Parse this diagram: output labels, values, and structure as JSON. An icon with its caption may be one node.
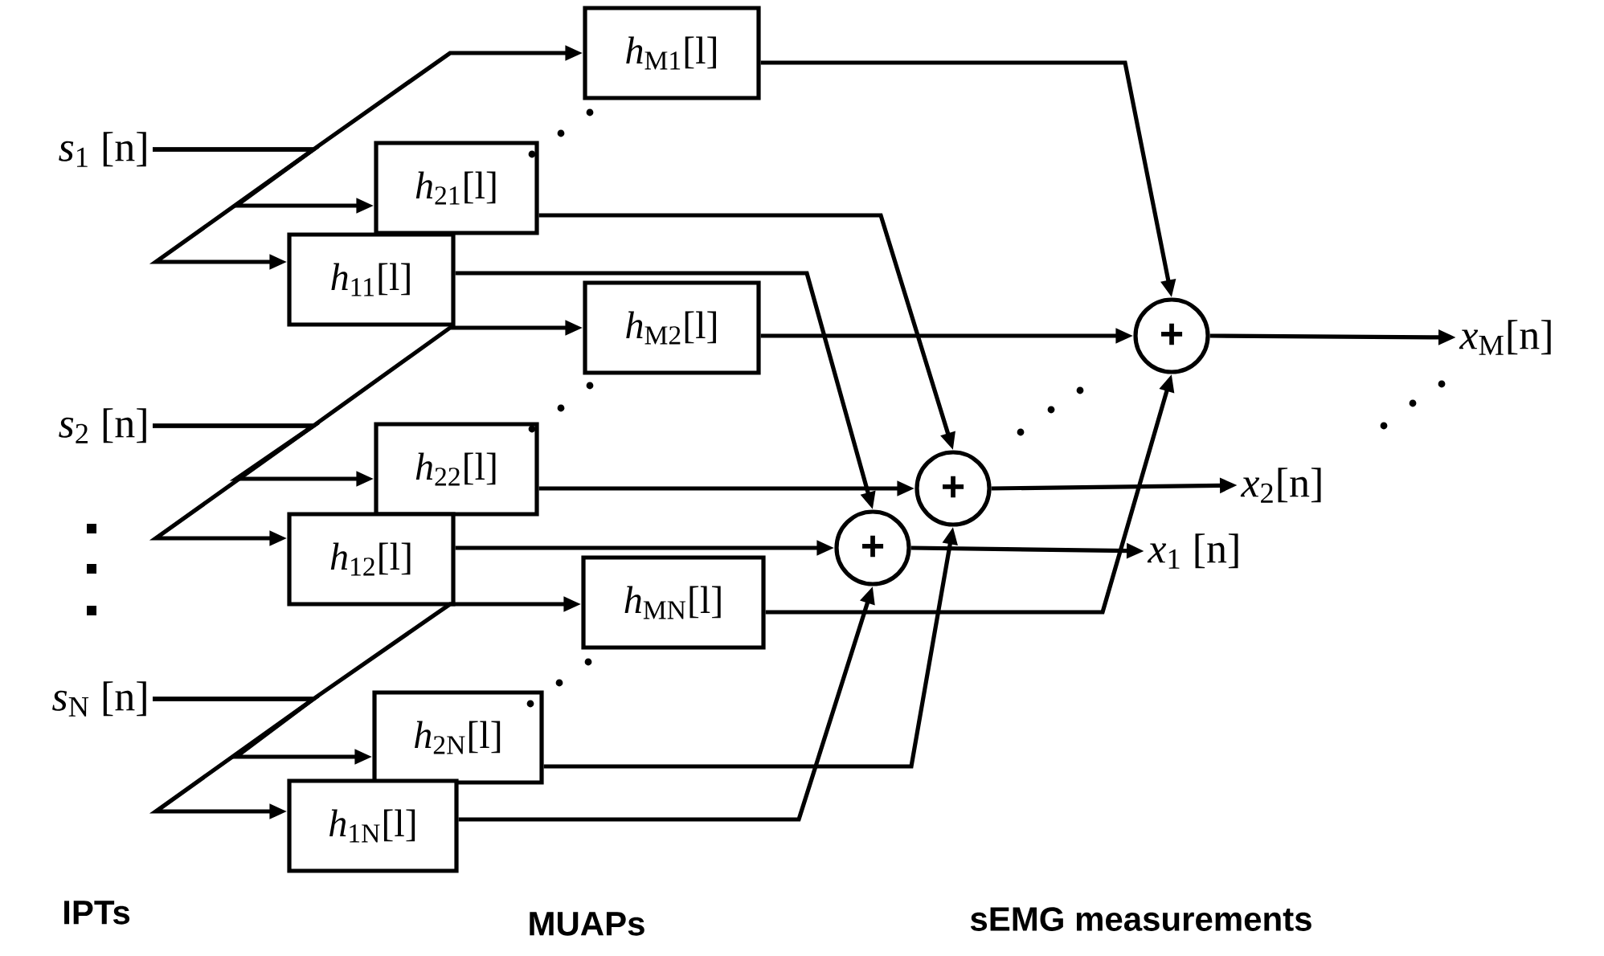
{
  "diagram": {
    "nodes": [
      {
        "text": [
          "*s*$_{1}$ [n]"
        ]
      },
      {
        "text": [
          "*s*$_{2}$ [n]"
        ]
      },
      {
        "text": [
          "*s*$_{N}$ [n]"
        ]
      },
      {
        "text": [
          "*h*$_{M1}$[l]"
        ]
      },
      {
        "text": [
          "*h*$_{21}$[l]"
        ]
      },
      {
        "text": [
          "*h*$_{11}$[l]"
        ]
      },
      {
        "text": [
          "*h*$_{M2}$[l]"
        ]
      },
      {
        "text": [
          "*h*$_{22}$[l]"
        ]
      },
      {
        "text": [
          "*h*$_{12}$[l]"
        ]
      },
      {
        "text": [
          "*h*$_{MN}$[l]"
        ]
      },
      {
        "text": [
          "*h*$_{2N}$[l]"
        ]
      },
      {
        "text": [
          "*h*$_{1N}$[l]"
        ]
      },
      {
        "text": [
          "+"
        ]
      },
      {
        "text": [
          "+"
        ]
      },
      {
        "text": [
          "+"
        ]
      },
      {
        "text": [
          "*x*$_{1}$ [n]"
        ]
      },
      {
        "text": [
          "*x*$_{2}$[n]"
        ]
      },
      {
        "text": [
          "*x*$_{M}$[n]"
        ]
      }
    ],
    "edges": [
      {
        "from": 0,
        "to": 3,
        "arrow": "to"
      },
      {
        "from": 0,
        "to": 4,
        "arrow": "to"
      },
      {
        "from": 0,
        "to": 5,
        "arrow": "to"
      },
      {
        "from": 1,
        "to": 6,
        "arrow": "to"
      },
      {
        "from": 1,
        "to": 7,
        "arrow": "to"
      },
      {
        "from": 1,
        "to": 8,
        "arrow": "to"
      },
      {
        "from": 2,
        "to": 9,
        "arrow": "to"
      },
      {
        "from": 2,
        "to": 10,
        "arrow": "to"
      },
      {
        "from": 2,
        "to": 11,
        "arrow": "to"
      },
      {
        "from": 3,
        "to": 14,
        "arrow": "to"
      },
      {
        "from": 4,
        "to": 13,
        "arrow": "to"
      },
      {
        "from": 5,
        "to": 12,
        "arrow": "to"
      },
      {
        "from": 6,
        "to": 14,
        "arrow": "to"
      },
      {
        "from": 7,
        "to": 13,
        "arrow": "to"
      },
      {
        "from": 8,
        "to": 12,
        "arrow": "to"
      },
      {
        "from": 9,
        "to": 14,
        "arrow": "to"
      },
      {
        "from": 10,
        "to": 13,
        "arrow": "to"
      },
      {
        "from": 11,
        "to": 12,
        "arrow": "to"
      },
      {
        "from": 12,
        "to": 15,
        "arrow": "to"
      },
      {
        "from": 13,
        "to": 16,
        "arrow": "to"
      },
      {
        "from": 14,
        "to": 17,
        "arrow": "to"
      }
    ],
    "labels": [
      "IPTs",
      "MUAPs",
      "sEMG measurements"
    ]
  }
}
